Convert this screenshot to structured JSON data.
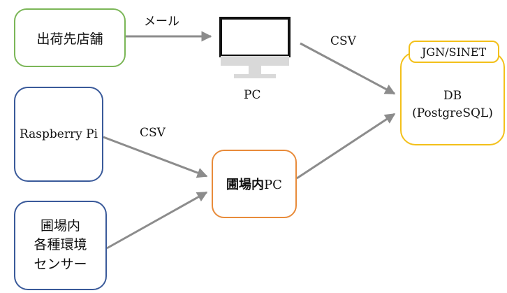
{
  "nodes": {
    "shop": "出荷先店舗",
    "raspberry": "Raspberry Pi",
    "sensor_lines": [
      "圃場内",
      "各種環境",
      "センサー"
    ],
    "pc_label": "PC",
    "field_pc_bold": "圃場内",
    "field_pc_suffix": "PC",
    "db_tag": "JGN/SINET",
    "db_line1": "DB",
    "db_line2": "(PostgreSQL)"
  },
  "edges": {
    "shop_to_pc": "メール",
    "pc_to_db": "CSV",
    "rpi_to_fieldpc": "CSV"
  },
  "colors": {
    "shop_border": "#7bb657",
    "device_border": "#3a5a9a",
    "field_pc_border": "#e88b3a",
    "db_border": "#f3c01a",
    "arrow": "#8c8c8c"
  }
}
